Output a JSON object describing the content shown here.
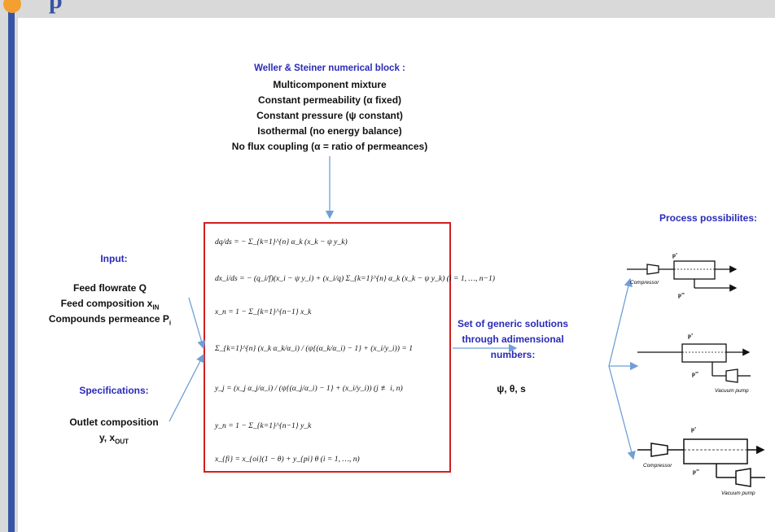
{
  "header": {
    "title_fragment": "p"
  },
  "numerical_block": {
    "title": "Weller & Steiner numerical  block :",
    "lines": [
      "Multicomponent mixture",
      "Constant permeability (α fixed)",
      "Constant pressure (ψ constant)",
      "Isothermal (no energy balance)",
      "No flux coupling (α = ratio of permeances)"
    ]
  },
  "equations": [
    "dq/ds = − Σ_{k=1}^{n} α_k (x_k − ψ y_k)",
    "dx_i/ds = − (q_i/f)(x_i − ψ y_i) + (x_i/q) Σ_{k=1}^{n} α_k (x_k − ψ y_k)  (i = 1, …, n−1)",
    "x_n = 1 − Σ_{k=1}^{n−1} x_k",
    "Σ_{k=1}^{n} (x_k α_k/α_i) / (ψ{(α_k/α_i) − 1} + (x_i/y_i)) = 1",
    "y_j = (x_j α_j/α_i) / (ψ{(α_j/α_i) − 1} + (x_i/y_i))  (j ≢ i, n)",
    "y_n = 1 − Σ_{k=1}^{n−1} y_k",
    "x_{fi} = x_{oi}(1 − θ) + y_{pi} θ  (i = 1, …, n)"
  ],
  "input": {
    "title": "Input:",
    "lines": [
      "Feed flowrate Q",
      "Feed composition x",
      "Compounds permeance P"
    ],
    "subscripts": [
      "IN",
      "i"
    ]
  },
  "specifications": {
    "title": "Specifications:",
    "lines": [
      "Outlet composition",
      "y, x"
    ],
    "subscript": "OUT"
  },
  "solutions": {
    "lines": [
      "Set of generic solutions",
      "through adimensional",
      "numbers:"
    ],
    "symbols": "ψ, θ, s"
  },
  "process": {
    "title": "Process possibilites:",
    "label_p_prime": "p’",
    "label_p_dprime": "p’’",
    "label_compressor": "Compressor",
    "label_vacuum_pump": "Vacuum pump"
  },
  "colors": {
    "accent_blue": "#3755a4",
    "text_blue": "#2a2ab8",
    "box_red": "#d21f1f",
    "arrow_blue": "#6f9fd6",
    "dot_orange": "#f3a030"
  }
}
